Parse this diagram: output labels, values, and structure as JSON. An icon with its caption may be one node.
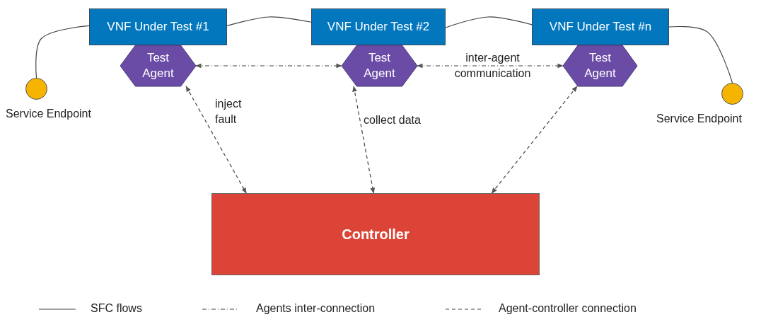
{
  "diagram": {
    "nodes": [
      {
        "text": [
          "VNF Under Test #1"
        ]
      },
      {
        "text": [
          "VNF Under Test #2"
        ]
      },
      {
        "text": [
          "VNF Under Test #n"
        ]
      },
      {
        "text": [
          "Test Agent"
        ]
      },
      {
        "text": [
          "Test Agent"
        ]
      },
      {
        "text": [
          "Test Agent"
        ]
      },
      {
        "text": [],
        "shape": "circle",
        "beside": [
          "Service Endpoint"
        ]
      },
      {
        "text": [],
        "shape": "circle",
        "beside": [
          "Service Endpoint"
        ]
      },
      {
        "text": [
          "Controller"
        ]
      }
    ],
    "edges": [
      {
        "from": 6,
        "to": 0,
        "arrow": "none"
      },
      {
        "from": 0,
        "to": 1,
        "arrow": "none"
      },
      {
        "from": 1,
        "to": 2,
        "arrow": "none"
      },
      {
        "from": 2,
        "to": 7,
        "arrow": "none"
      },
      {
        "from": 3,
        "to": 4,
        "arrow": "both",
        "style": "dashed"
      },
      {
        "from": 4,
        "to": 5,
        "arrow": "both",
        "style": "dashed",
        "label": "inter-agent communication"
      },
      {
        "from": 3,
        "to": 8,
        "arrow": "both",
        "style": "dashed",
        "label": "inject fault"
      },
      {
        "from": 4,
        "to": 8,
        "arrow": "both",
        "style": "dashed",
        "label": "collect data"
      },
      {
        "from": 5,
        "to": 8,
        "arrow": "both",
        "style": "dashed"
      }
    ],
    "legend": [
      {
        "text": "SFC flows"
      },
      {
        "text": "Agents inter-connection"
      },
      {
        "text": "Agent-controller connection"
      }
    ]
  }
}
